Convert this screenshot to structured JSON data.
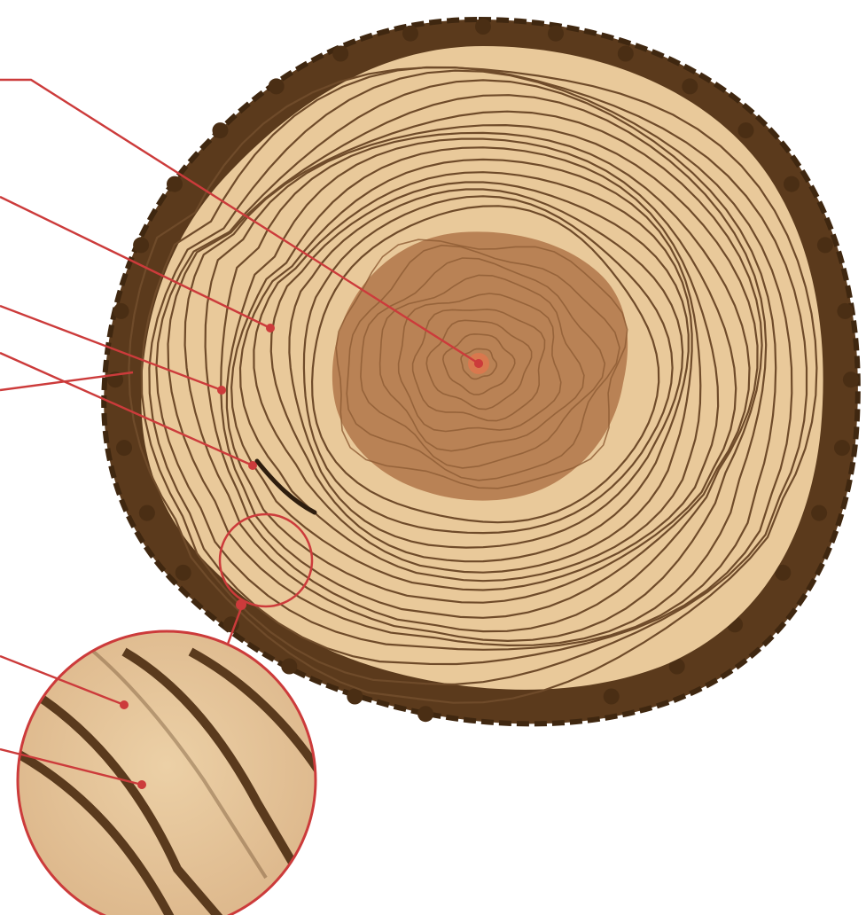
{
  "diagram": {
    "subject": "tree-trunk-cross-section",
    "labels": [],
    "colors": {
      "background": "#ffffff",
      "bark": "#5b3a1c",
      "bark_edge": "#4a2e14",
      "sapwood": "#e9c99a",
      "heartwood": "#b98255",
      "ring_line": "#6f4b2a",
      "heart_ring_line": "#8d5b33",
      "pith": "#d9784e",
      "pointer": "#cc3b3b",
      "magnifier_fill": "#e6c59a",
      "magnifier_ring_line": "#5a3a1d"
    },
    "pointers": [
      {
        "name": "pointer-pith"
      },
      {
        "name": "pointer-sapwood"
      },
      {
        "name": "pointer-cambium"
      },
      {
        "name": "pointer-inner-bark"
      },
      {
        "name": "pointer-outer-bark"
      },
      {
        "name": "pointer-earlywood"
      },
      {
        "name": "pointer-latewood"
      }
    ]
  }
}
